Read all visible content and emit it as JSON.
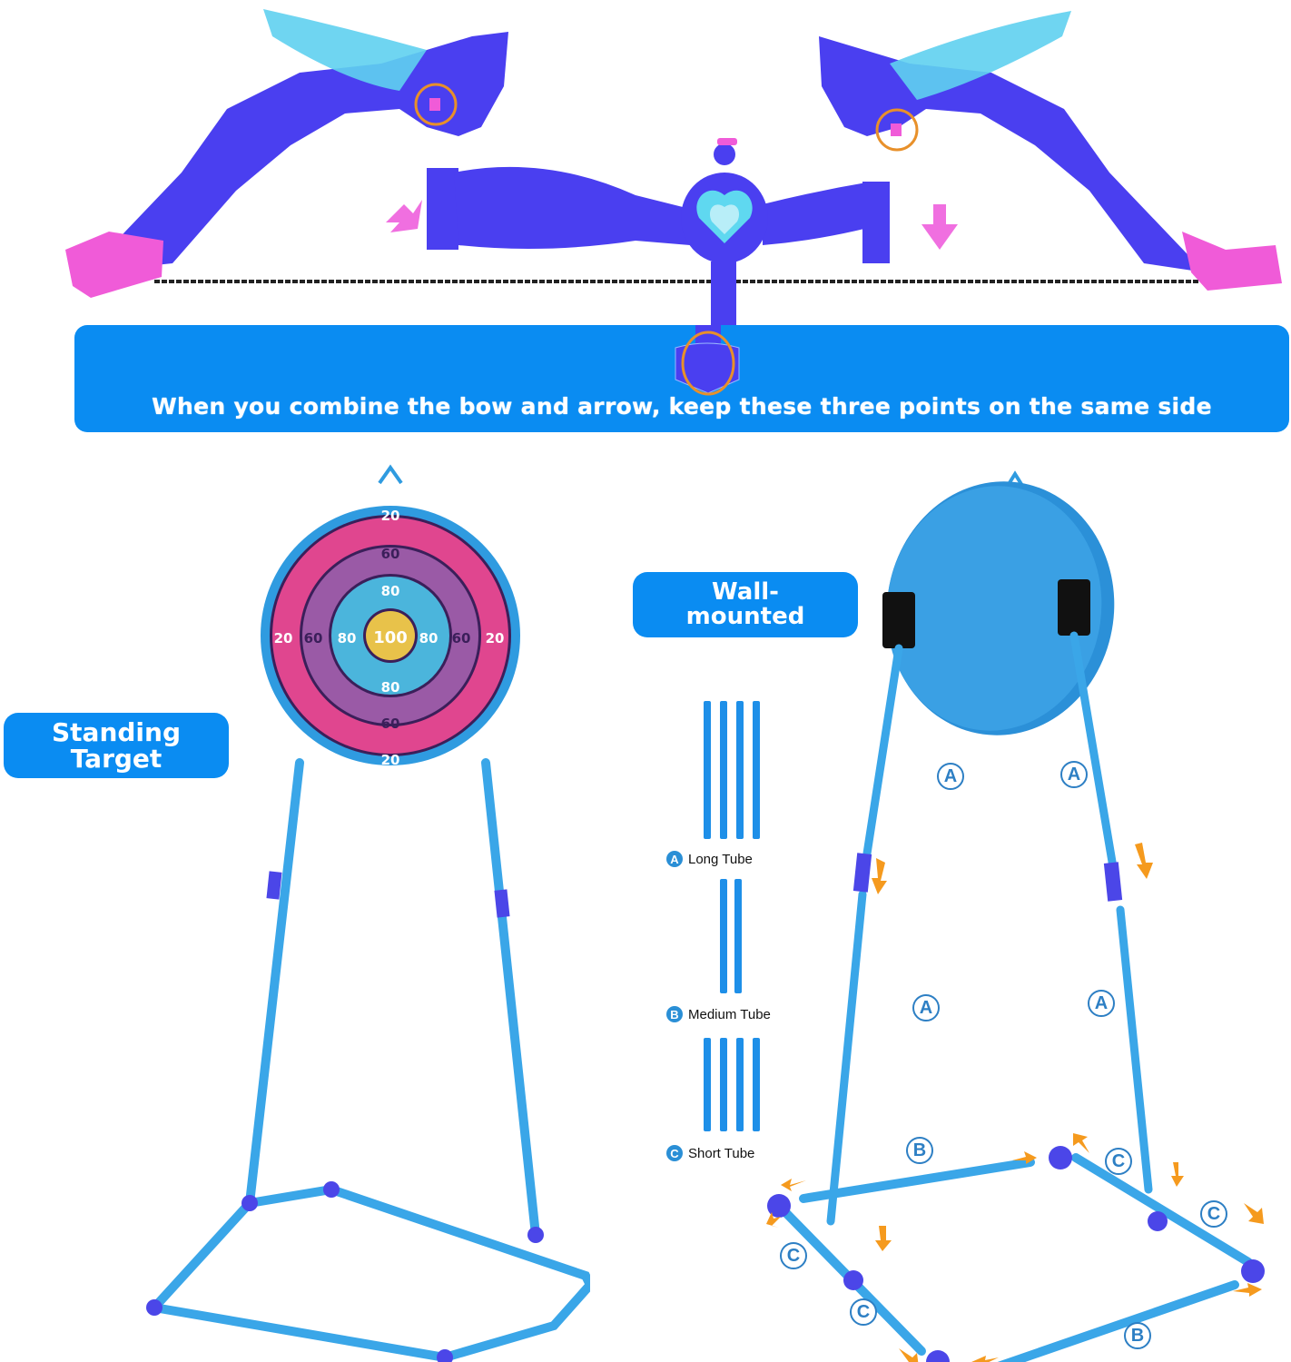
{
  "instruction_banner": {
    "text": "When you combine the bow and arrow, keep these three points on the same side"
  },
  "labels": {
    "standing_target": [
      "Standing",
      "Target"
    ],
    "wall_mounted": [
      "Wall-",
      "mounted"
    ]
  },
  "target_face": {
    "ring_scores": {
      "outer": "20",
      "second": "60",
      "third": "80",
      "bullseye": "100"
    },
    "colors": {
      "outer": "#e0468f",
      "second": "#9a5aa6",
      "third": "#4bb5dc",
      "bullseye": "#e8c24a",
      "frame": "#2f9be0"
    }
  },
  "tube_legend": [
    {
      "badge": "A",
      "label": "Long Tube",
      "count": 4
    },
    {
      "badge": "B",
      "label": "Medium Tube",
      "count": 2
    },
    {
      "badge": "C",
      "label": "Short Tube",
      "count": 4
    }
  ],
  "assembly_labels": {
    "A": "A",
    "B": "B",
    "C": "C"
  },
  "colors": {
    "banner": "#0a8cf2",
    "bow_body": "#4a3ff0",
    "bow_tip": "#f05bd8",
    "wing": "#5fd0f0",
    "tube": "#3aa6e8",
    "connector": "#4b46e8",
    "arrow_pink": "#f06fe0",
    "arrow_orange": "#f59a1e",
    "highlight_ring": "#e8902a"
  }
}
